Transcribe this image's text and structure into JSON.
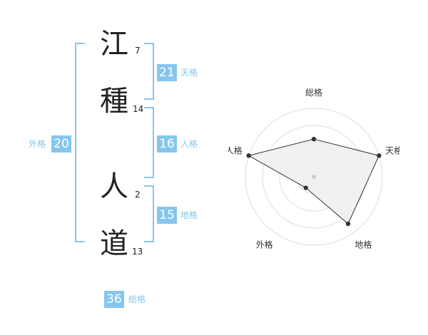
{
  "characters": [
    {
      "kanji": "江",
      "strokes": "7"
    },
    {
      "kanji": "種",
      "strokes": "14"
    },
    {
      "kanji": "人",
      "strokes": "2"
    },
    {
      "kanji": "道",
      "strokes": "13"
    }
  ],
  "scores": {
    "tenkaku": {
      "value": "21",
      "label": "天格"
    },
    "jinkaku": {
      "value": "16",
      "label": "人格"
    },
    "chikaku": {
      "value": "15",
      "label": "地格"
    },
    "gaikaku": {
      "value": "20",
      "label": "外格"
    },
    "soukaku": {
      "value": "36",
      "label": "総格"
    }
  },
  "chart_data": {
    "type": "radar",
    "axes": [
      "総格",
      "天格",
      "地格",
      "外格",
      "人格"
    ],
    "values": [
      0.55,
      1.0,
      0.85,
      0.2,
      1.0
    ],
    "rings": 4,
    "colors": {
      "fill": "#eeeeee",
      "stroke": "#333333",
      "ring": "#dddddd",
      "center": "#cccccc"
    }
  }
}
